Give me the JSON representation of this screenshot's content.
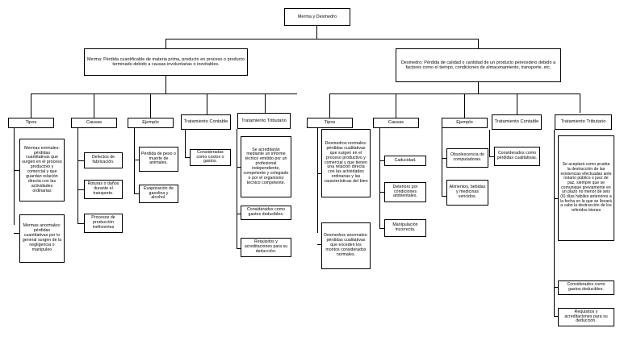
{
  "diagram": {
    "title": "Merma y Desmedro",
    "root": {
      "label": "Merma y\nDesmedro"
    },
    "definitions": {
      "merma": "Merma: Pérdida cuantificable de materia prima, producto en proceso o producto terminado debido a causas involuntarias o inevitables.",
      "desmedro": "Desmedro: Pérdida de calidad o cantidad de un producto perecedero debido a factores como el tiempo, condiciones de almacenamiento, transporte, etc."
    },
    "merma_branch": {
      "columns": [
        {
          "header": "Tipos",
          "items": [
            "Mermas normales: pérdidas cuantitativas que surgen en el proceso productivo y comercial y que guardan relación directa con las actividades ordinarias",
            "Mermas anormales: pérdidas cuantitativas por lo general surgen de la negligencia o manipuleo"
          ]
        },
        {
          "header": "Causas",
          "items": [
            "Defectos de fabricación.",
            "Roturas o daños durante el transporte.",
            "Procesos de producción ineficientes"
          ]
        },
        {
          "header": "Ejemplo",
          "items": [
            "Pérdida de peso o muerte de animales.",
            "Evaporación de gasolina y alcohol."
          ]
        },
        {
          "header": "Tratamiento Contable",
          "items": [
            "Consideradas como costos o gastos."
          ]
        },
        {
          "header": "Tratamiento Tributario",
          "items": [
            "Se acreditarán mediante un informe técnico emitido por un profesional independiente, competente y colegiado o por el organismo técnico competente.",
            "Considerados como gastos deducibles.",
            "Requisitos y acreditaciones para su deducción."
          ]
        }
      ]
    },
    "desmedro_branch": {
      "columns": [
        {
          "header": "Tipos",
          "items": [
            "Desmedros normales: pérdidas cualitativas que surgen en el proceso productivo y comercial y que tienen una relación directa con las actividades ordinarias y las características del bien",
            "Desmedros anormales: pérdidas cualitativas que exceden los montos considerados normales."
          ]
        },
        {
          "header": "Causas",
          "items": [
            "Caducidad.",
            "Deterioro por condiciones ambientales.",
            "Manipulación incorrecta."
          ]
        },
        {
          "header": "Ejemplo",
          "items": [
            "Obsolescencia de computadoras.",
            "Alimentos, bebidas y medicinas vencidos."
          ]
        },
        {
          "header": "Tratamiento Contable",
          "items": [
            "Considerados como pérdidas cualitativas."
          ]
        },
        {
          "header": "Tratamiento Tributario",
          "items": [
            "Se aceptará como prueba la destrucción de las existencias efectuadas ante notario público o juez de paz, siempre que se comunique previamente en un plazo no menor de seis (6) días hábiles anteriores a la fecha en la que se llevará a cabo la destrucción de los referidos bienes",
            "Considerados como gastos deducibles.",
            "Requisitos y acreditaciones para su deducción."
          ]
        }
      ]
    }
  }
}
